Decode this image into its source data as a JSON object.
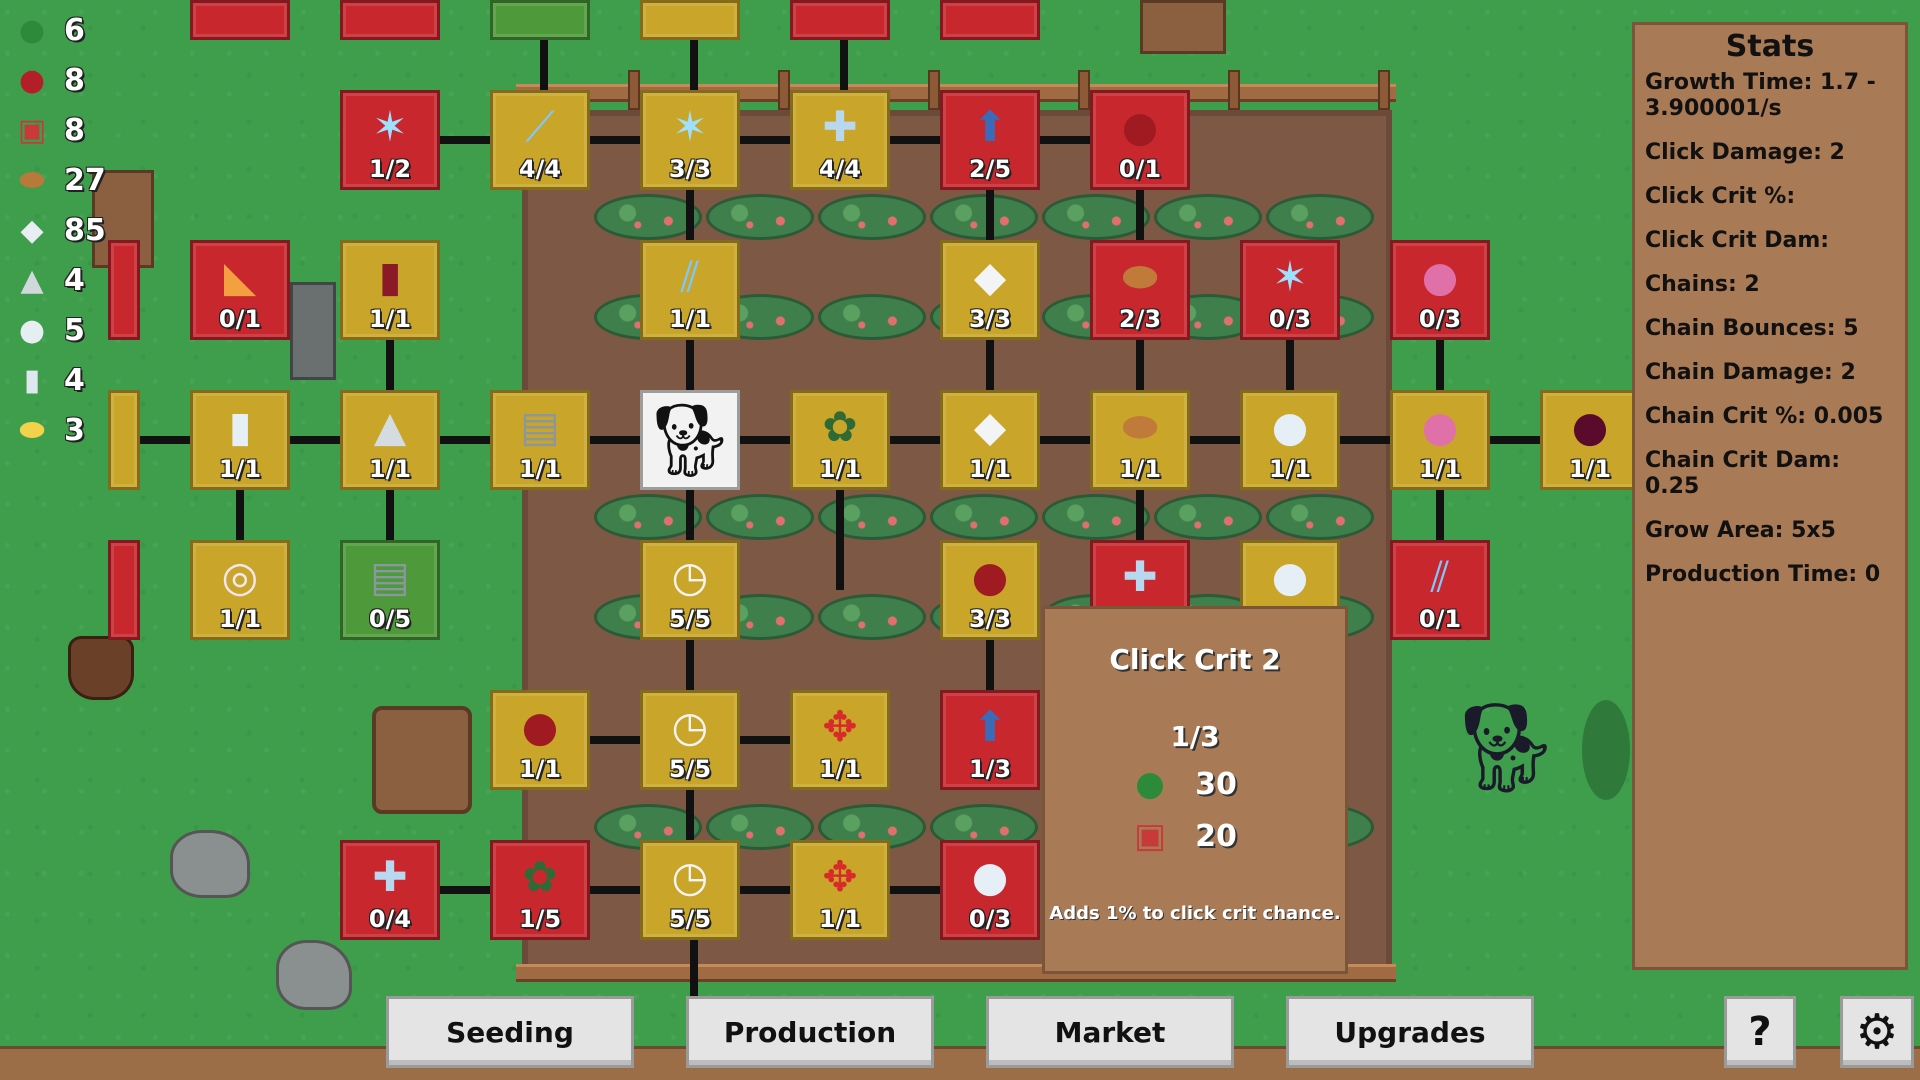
{
  "resources": [
    {
      "icon": "green-orb-icon",
      "glyph": "●",
      "color": "#2d8a3a",
      "value": "6"
    },
    {
      "icon": "red-orb-icon",
      "glyph": "●",
      "color": "#b41e28",
      "value": "8"
    },
    {
      "icon": "juice-icon",
      "glyph": "▣",
      "color": "#c83a3a",
      "value": "8"
    },
    {
      "icon": "bread-icon",
      "glyph": "⬬",
      "color": "#b87a3a",
      "value": "27"
    },
    {
      "icon": "sugar-icon",
      "glyph": "◆",
      "color": "#e8eef2",
      "value": "85"
    },
    {
      "icon": "flour-icon",
      "glyph": "▲",
      "color": "#d0d8dc",
      "value": "4"
    },
    {
      "icon": "milk-drop-icon",
      "glyph": "●",
      "color": "#e6eef2",
      "value": "5"
    },
    {
      "icon": "milk-carton-icon",
      "glyph": "▮",
      "color": "#dfe8f0",
      "value": "4"
    },
    {
      "icon": "butter-icon",
      "glyph": "⬬",
      "color": "#f2d24a",
      "value": "3"
    }
  ],
  "nodes": [
    {
      "name": "node-lightning",
      "color": "red",
      "icon": "lightning-icon",
      "glyph": "✶",
      "g": "#9fe0ff",
      "count": "1/2"
    },
    {
      "name": "node-sword",
      "color": "gold",
      "icon": "sword-icon",
      "glyph": "⟋",
      "g": "#7fc8ff",
      "count": "4/4"
    },
    {
      "name": "node-lightning-2",
      "color": "gold",
      "icon": "lightning-icon",
      "glyph": "✶",
      "g": "#9fe0ff",
      "count": "3/3"
    },
    {
      "name": "node-plus",
      "color": "gold",
      "icon": "plus-icon",
      "glyph": "✚",
      "g": "#b8d8f0",
      "count": "4/4"
    },
    {
      "name": "node-arrow-up",
      "color": "red",
      "icon": "arrow-up-icon",
      "glyph": "⬆",
      "g": "#3a6ab8",
      "count": "2/5"
    },
    {
      "name": "node-red-orb",
      "color": "red",
      "icon": "red-orb-icon",
      "glyph": "●",
      "g": "#a01a22",
      "count": "0/1"
    },
    {
      "name": "node-pie",
      "color": "red",
      "icon": "pie-icon",
      "glyph": "◣",
      "g": "#f2a040",
      "count": "0/1"
    },
    {
      "name": "node-juice-jar",
      "color": "gold",
      "icon": "juice-jar-icon",
      "glyph": "▮",
      "g": "#8a1a28",
      "count": "1/1"
    },
    {
      "name": "node-triple-slash",
      "color": "gold",
      "icon": "triple-slash-icon",
      "glyph": "⫽",
      "g": "#7fc8ff",
      "count": "1/1"
    },
    {
      "name": "node-sugar",
      "color": "gold",
      "icon": "sugar-icon",
      "glyph": "◆",
      "g": "#f2f4f6",
      "count": "3/3"
    },
    {
      "name": "node-bread",
      "color": "red",
      "icon": "bread-icon",
      "glyph": "⬬",
      "g": "#c07a3a",
      "count": "2/3"
    },
    {
      "name": "node-lightning-3",
      "color": "red",
      "icon": "lightning-icon",
      "glyph": "✶",
      "g": "#9fe0ff",
      "count": "0/3"
    },
    {
      "name": "node-potion",
      "color": "red",
      "icon": "potion-icon",
      "glyph": "●",
      "g": "#e070a8",
      "count": "0/3"
    },
    {
      "name": "node-milk",
      "color": "gold",
      "icon": "milk-carton-icon",
      "glyph": "▮",
      "g": "#e6eef6",
      "count": "1/1"
    },
    {
      "name": "node-flour",
      "color": "gold",
      "icon": "flour-icon",
      "glyph": "▲",
      "g": "#d4dce2",
      "count": "1/1"
    },
    {
      "name": "node-machine",
      "color": "gold",
      "icon": "machine-icon",
      "glyph": "▤",
      "g": "#8a96a0",
      "count": "1/1"
    },
    {
      "name": "node-dog",
      "color": "selected",
      "icon": "dog-icon",
      "glyph": "🐕︎",
      "g": "#111111",
      "count": ""
    },
    {
      "name": "node-leaf",
      "color": "gold",
      "icon": "leaf-icon",
      "glyph": "✿",
      "g": "#2f6a36",
      "count": "1/1"
    },
    {
      "name": "node-sugar-2",
      "color": "gold",
      "icon": "sugar-icon",
      "glyph": "◆",
      "g": "#f2f4f6",
      "count": "1/1"
    },
    {
      "name": "node-bread-2",
      "color": "gold",
      "icon": "bread-icon",
      "glyph": "⬬",
      "g": "#c07a3a",
      "count": "1/1"
    },
    {
      "name": "node-milk-drop",
      "color": "gold",
      "icon": "milk-drop-icon",
      "glyph": "●",
      "g": "#e6eef6",
      "count": "1/1"
    },
    {
      "name": "node-potion-2",
      "color": "gold",
      "icon": "potion-icon",
      "glyph": "●",
      "g": "#e070a8",
      "count": "1/1"
    },
    {
      "name": "node-dark-orb",
      "color": "gold",
      "icon": "dark-orb-icon",
      "glyph": "●",
      "g": "#5a0a2a",
      "count": "1/1"
    },
    {
      "name": "node-donut",
      "color": "gold",
      "icon": "donut-icon",
      "glyph": "◎",
      "g": "#f2e6f0",
      "count": "1/1"
    },
    {
      "name": "node-machine-2",
      "color": "green",
      "icon": "machine-icon",
      "glyph": "▤",
      "g": "#8a96a0",
      "count": "0/5"
    },
    {
      "name": "node-clock",
      "color": "gold",
      "icon": "clock-icon",
      "glyph": "◷",
      "g": "#f4f4f4",
      "count": "5/5"
    },
    {
      "name": "node-red-orb-2",
      "color": "gold",
      "icon": "red-orb-icon",
      "glyph": "●",
      "g": "#a01a22",
      "count": "3/3"
    },
    {
      "name": "node-plus-2",
      "color": "red",
      "icon": "plus-icon",
      "glyph": "✚",
      "g": "#b8d8f0",
      "count": ""
    },
    {
      "name": "node-milk-drop-2",
      "color": "gold",
      "icon": "milk-drop-icon",
      "glyph": "●",
      "g": "#e6eef6",
      "count": ""
    },
    {
      "name": "node-triple-slash-2",
      "color": "red",
      "icon": "triple-slash-icon",
      "glyph": "⫽",
      "g": "#7fc8ff",
      "count": "0/1"
    },
    {
      "name": "node-red-orb-3",
      "color": "gold",
      "icon": "red-orb-icon",
      "glyph": "●",
      "g": "#a01a22",
      "count": "1/1"
    },
    {
      "name": "node-clock-2",
      "color": "gold",
      "icon": "clock-icon",
      "glyph": "◷",
      "g": "#f4f4f4",
      "count": "5/5"
    },
    {
      "name": "node-arrows",
      "color": "gold",
      "icon": "move-arrows-icon",
      "glyph": "✥",
      "g": "#d82a2a",
      "count": "1/1"
    },
    {
      "name": "node-arrow-up-2",
      "color": "red",
      "icon": "arrow-up-icon",
      "glyph": "⬆",
      "g": "#3a6ab8",
      "count": "1/3"
    },
    {
      "name": "node-plus-3",
      "color": "red",
      "icon": "plus-icon",
      "glyph": "✚",
      "g": "#b8d8f0",
      "count": "0/4"
    },
    {
      "name": "node-leaf-2",
      "color": "red",
      "icon": "leaf-icon",
      "glyph": "✿",
      "g": "#2f6a36",
      "count": "1/5"
    },
    {
      "name": "node-clock-3",
      "color": "gold",
      "icon": "clock-icon",
      "glyph": "◷",
      "g": "#f4f4f4",
      "count": "5/5"
    },
    {
      "name": "node-arrows-2",
      "color": "gold",
      "icon": "move-arrows-icon",
      "glyph": "✥",
      "g": "#d82a2a",
      "count": "1/1"
    },
    {
      "name": "node-milk-drop-3",
      "color": "red",
      "icon": "milk-drop-icon",
      "glyph": "●",
      "g": "#e6eef6",
      "count": "0/3"
    }
  ],
  "stats": {
    "title": "Stats",
    "rows": [
      "Growth Time: 1.7 - 3.900001/s",
      "Click Damage: 2",
      "Click Crit %:",
      "Click Crit Dam:",
      "Chains: 2",
      "Chain Bounces: 5",
      "Chain Damage: 2",
      "Chain Crit %: 0.005",
      "Chain Crit Dam: 0.25",
      "Grow Area: 5x5",
      "Production Time: 0"
    ]
  },
  "tooltip": {
    "title": "Click Crit 2",
    "level": "1/3",
    "costs": [
      {
        "icon": "green-orb-icon",
        "glyph": "●",
        "color": "#2d8a3a",
        "value": "30"
      },
      {
        "icon": "juice-icon",
        "glyph": "▣",
        "color": "#c83a3a",
        "value": "20"
      }
    ],
    "description": "Adds 1% to click crit chance."
  },
  "nav": {
    "seeding": "Seeding",
    "production": "Production",
    "market": "Market",
    "upgrades": "Upgrades",
    "help": "?",
    "settings_icon": "gear-icon"
  }
}
